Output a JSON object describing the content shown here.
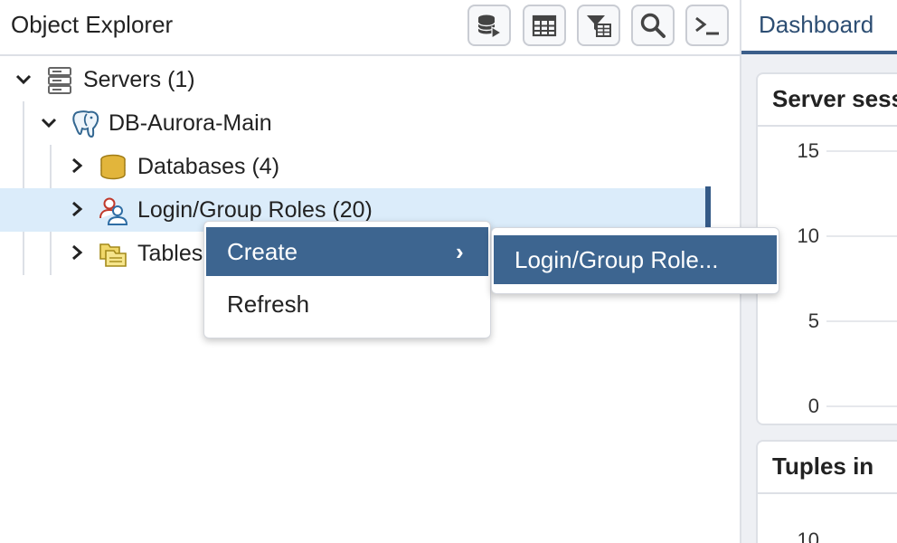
{
  "explorer": {
    "title": "Object Explorer",
    "toolbar": [
      {
        "icon": "query-tool-icon"
      },
      {
        "icon": "view-data-icon"
      },
      {
        "icon": "filter-rows-icon"
      },
      {
        "icon": "search-objects-icon"
      },
      {
        "icon": "psql-tool-icon"
      }
    ],
    "tree": {
      "servers": "Servers (1)",
      "server": "DB-Aurora-Main",
      "databases": "Databases (4)",
      "roles": "Login/Group Roles (20)",
      "tablespaces": "Tablespaces"
    }
  },
  "context_menu": {
    "create": "Create",
    "refresh": "Refresh",
    "chevron": "›"
  },
  "submenu": {
    "login_group_role": "Login/Group Role..."
  },
  "dashboard": {
    "tab": "Dashboard",
    "server_sessions": {
      "title": "Server sessions",
      "ticks": [
        "15",
        "10",
        "5",
        "0"
      ]
    },
    "tuples_in": {
      "title": "Tuples in",
      "ticks": [
        "10"
      ]
    }
  }
}
